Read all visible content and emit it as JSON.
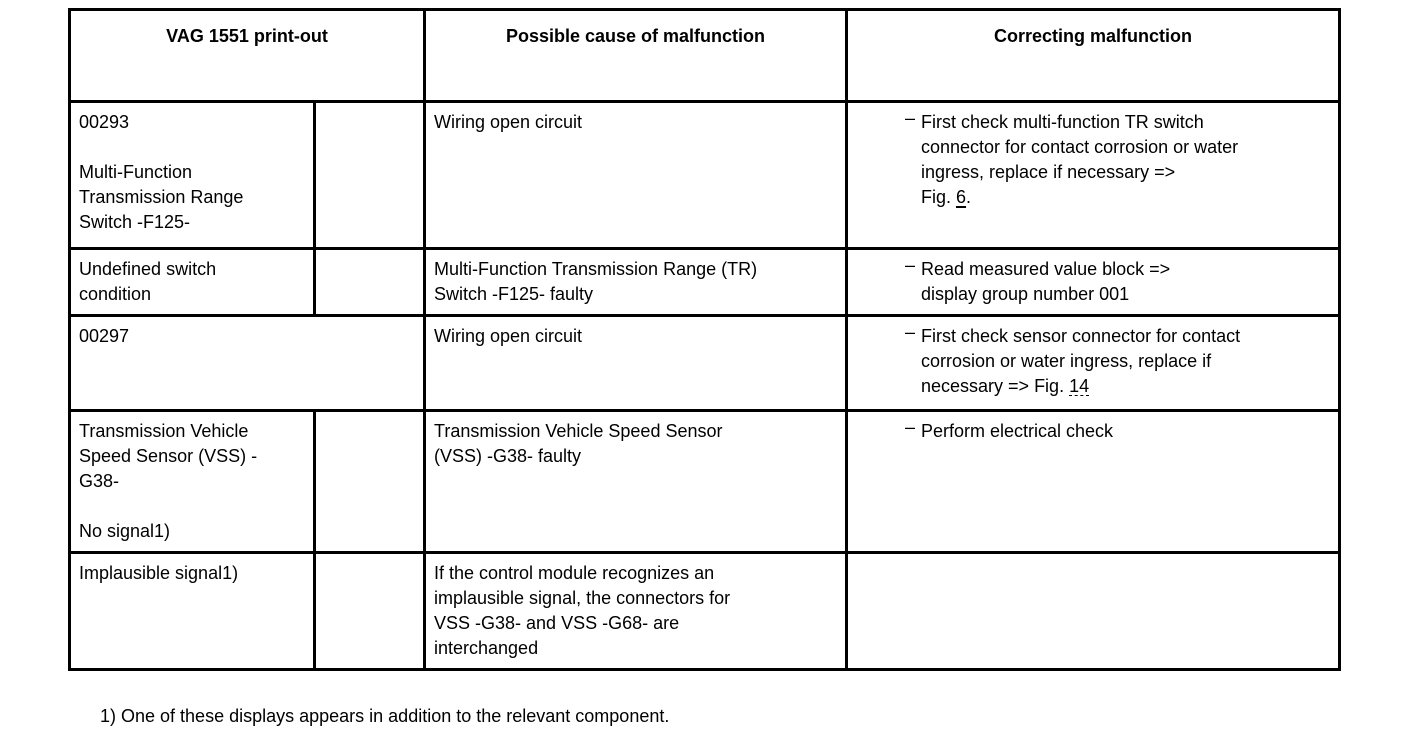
{
  "colors": {
    "text": "#000000",
    "border": "#000000",
    "background": "#ffffff"
  },
  "bullet_glyph": "–",
  "table": {
    "headers": [
      "VAG 1551 print-out",
      "Possible cause of malfunction",
      "Correcting malfunction"
    ],
    "rows": [
      {
        "printout": "00293\n\nMulti-Function\nTransmission Range\nSwitch -F125-",
        "printout_merged": false,
        "cause": "Wiring open circuit",
        "corrections": [
          {
            "lines": [
              [
                {
                  "t": "First check multi-function TR switch"
                }
              ],
              [
                {
                  "t": "connector for contact corrosion or water"
                }
              ],
              [
                {
                  "t": "ingress, replace if necessary =>"
                }
              ],
              [
                {
                  "t": "Fig. "
                },
                {
                  "t": "6",
                  "u": "solid",
                  "name": "fig-6-link"
                },
                {
                  "t": "."
                }
              ]
            ]
          }
        ]
      },
      {
        "printout": "Undefined switch\ncondition",
        "printout_merged": false,
        "cause": "Multi-Function Transmission Range (TR)\nSwitch -F125- faulty",
        "corrections": [
          {
            "lines": [
              [
                {
                  "t": "Read measured value block =>"
                }
              ],
              [
                {
                  "t": "display group number 001"
                }
              ]
            ]
          }
        ]
      },
      {
        "printout": "00297",
        "printout_merged": true,
        "cause": "Wiring open circuit",
        "corrections": [
          {
            "lines": [
              [
                {
                  "t": "First check sensor connector for contact"
                }
              ],
              [
                {
                  "t": "corrosion or water ingress, replace if"
                }
              ],
              [
                {
                  "t": "necessary => Fig. "
                },
                {
                  "t": "14",
                  "u": "dashed",
                  "name": "fig-14-link"
                }
              ]
            ]
          }
        ]
      },
      {
        "printout": "Transmission Vehicle\nSpeed Sensor (VSS) -\nG38-\n\nNo signal1)",
        "printout_merged": false,
        "cause": "Transmission Vehicle Speed Sensor\n(VSS) -G38- faulty",
        "corrections": [
          {
            "lines": [
              [
                {
                  "t": "Perform electrical check"
                }
              ]
            ]
          }
        ]
      },
      {
        "printout": "Implausible signal1)",
        "printout_merged": false,
        "cause": "If the control module recognizes an\nimplausible signal, the connectors for\nVSS -G38- and VSS -G68- are\ninterchanged",
        "corrections": []
      }
    ]
  },
  "footnote": "1) One of these displays appears in addition to the relevant component."
}
